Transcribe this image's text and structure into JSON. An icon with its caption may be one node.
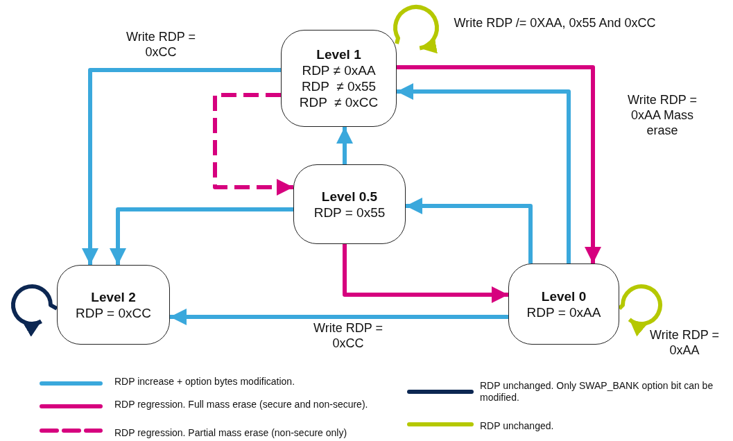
{
  "diagram": {
    "nodes": [
      {
        "text": [
          "Level 1",
          "RDP ≠ 0xAA",
          "RDP  ≠ 0x55",
          "RDP  ≠ 0xCC"
        ]
      },
      {
        "text": [
          "Level 0.5",
          "RDP = 0x55"
        ]
      },
      {
        "text": [
          "Level 2",
          "RDP = 0xCC"
        ]
      },
      {
        "text": [
          "Level 0",
          "RDP = 0xAA"
        ]
      }
    ],
    "edges": [
      {
        "from": 0,
        "to": 2,
        "arrow": "to",
        "label": "Write RDP = 0xCC"
      },
      {
        "from": 1,
        "to": 2,
        "arrow": "to"
      },
      {
        "from": 1,
        "to": 0,
        "arrow": "to"
      },
      {
        "from": 3,
        "to": 0,
        "arrow": "to"
      },
      {
        "from": 3,
        "to": 1,
        "arrow": "to"
      },
      {
        "from": 3,
        "to": 2,
        "arrow": "to",
        "label": "Write RDP = 0xCC"
      },
      {
        "from": 0,
        "to": 3,
        "arrow": "to",
        "label": "Write RDP = 0xAA Mass erase",
        "color": "#d6007e"
      },
      {
        "from": 1,
        "to": 3,
        "arrow": "to",
        "color": "#d6007e"
      },
      {
        "from": 0,
        "to": 1,
        "arrow": "to",
        "style": "dashed",
        "color": "#d6007e"
      },
      {
        "from": 0,
        "to": 0,
        "arrow": "to",
        "label": "Write RDP /= 0XAA, 0x55 And 0xCC",
        "color": "#b5c800"
      },
      {
        "from": 3,
        "to": 3,
        "arrow": "to",
        "label": "Write RDP = 0xAA",
        "color": "#b5c800"
      },
      {
        "from": 2,
        "to": 2,
        "arrow": "to",
        "color": "#0c2752"
      }
    ],
    "legend": [
      {
        "text": "RDP increase + option bytes modification."
      },
      {
        "text": "RDP regression. Full mass erase (secure and non-secure)."
      },
      {
        "text": "RDP regression. Partial mass erase (non-secure only)"
      },
      {
        "text": "RDP unchanged. Only SWAP_BANK option bit can be modified."
      },
      {
        "text": "RDP unchanged."
      }
    ]
  }
}
